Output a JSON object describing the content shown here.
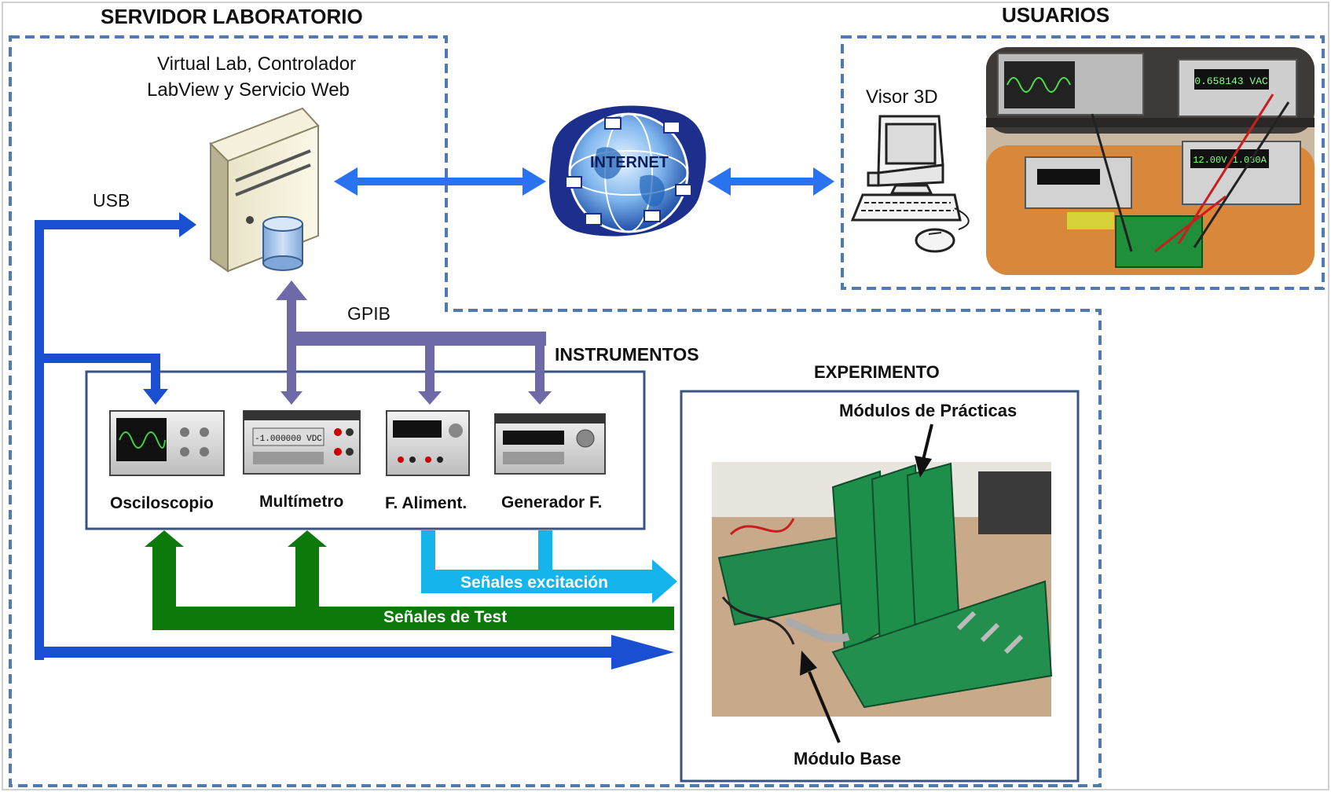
{
  "sections": {
    "servidor": "SERVIDOR LABORATORIO",
    "usuarios": "USUARIOS",
    "instrumentos": "INSTRUMENTOS",
    "experimento": "EXPERIMENTO"
  },
  "server": {
    "line1": "Virtual Lab, Controlador",
    "line2": "LabView y Servicio Web"
  },
  "internet_label": "INTERNET",
  "visor_label": "Visor 3D",
  "connections": {
    "usb": "USB",
    "gpib": "GPIB"
  },
  "instruments": [
    {
      "name": "Osciloscopio"
    },
    {
      "name": "Multímetro"
    },
    {
      "name": "F. Aliment."
    },
    {
      "name": "Generador F."
    }
  ],
  "signals": {
    "excitacion": "Señales  excitación",
    "test": "Señales  de Test"
  },
  "experiment": {
    "modulos": "Módulos de Prácticas",
    "base": "Módulo Base"
  },
  "display_readouts": {
    "multimeter_3d": "0.658143 VAC",
    "power_supply_3d": "12.00V  1.030A",
    "multimeter_small": "-1.000000 VDC"
  },
  "colors": {
    "usb_blue": "#1a4fd1",
    "internet_blue": "#2a73f0",
    "gpib_purple": "#6e6aa8",
    "test_green": "#0b7a0b",
    "excitacion_cyan": "#15b4ec",
    "dashed_border": "#4f7bb0",
    "solid_border": "#3b5380"
  },
  "icons": [
    "server-icon",
    "database-icon",
    "globe-icon",
    "computer-icon",
    "keyboard-icon",
    "mouse-icon",
    "oscilloscope-icon",
    "multimeter-icon",
    "power-supply-icon",
    "function-generator-icon",
    "circuit-board-photo",
    "lab-3d-render"
  ]
}
